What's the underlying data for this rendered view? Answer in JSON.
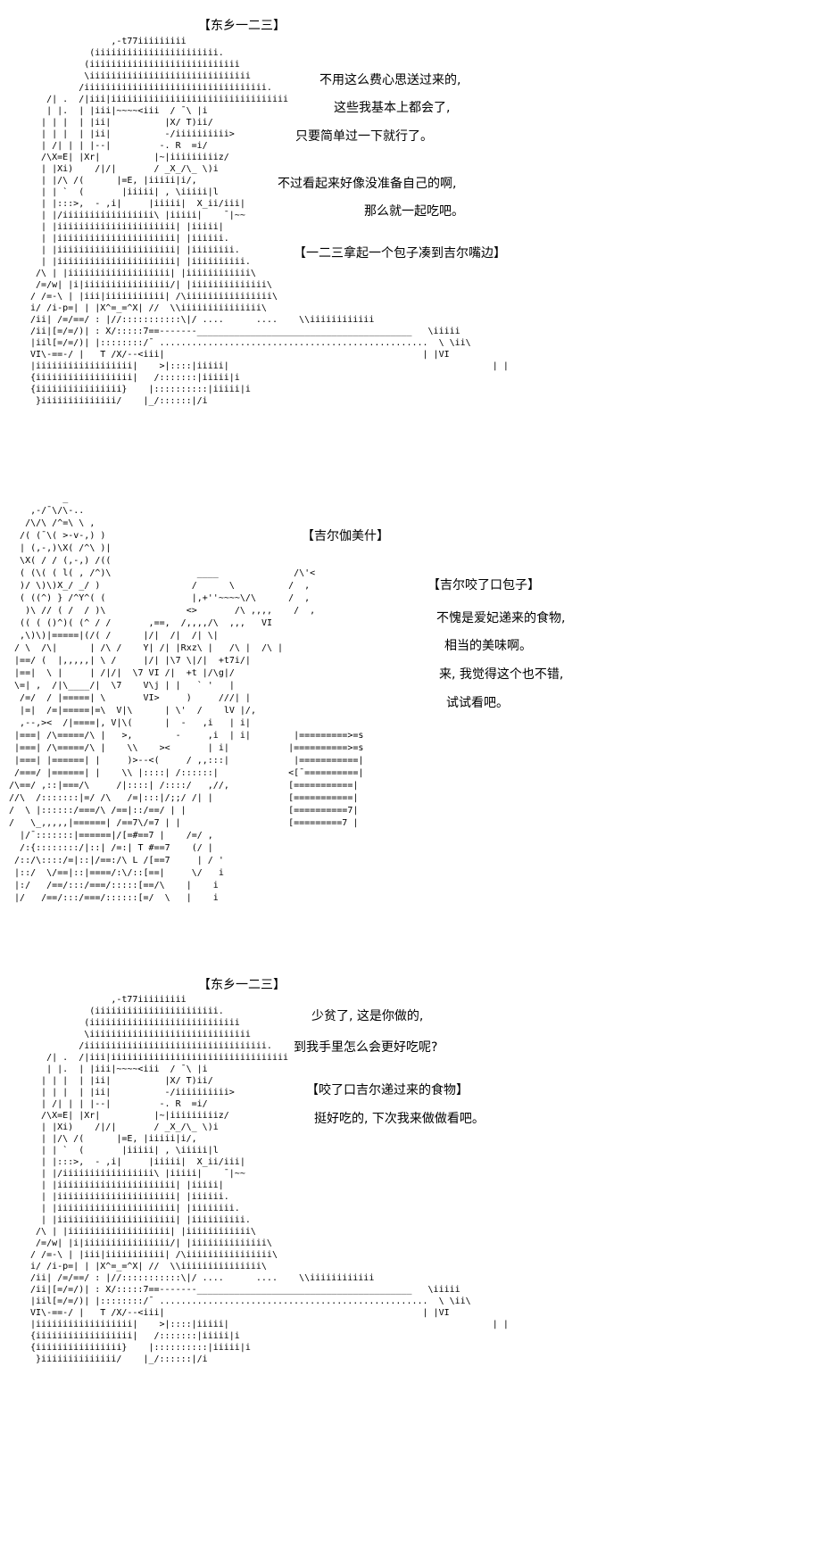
{
  "style": {
    "background_color": "#ffffff",
    "text_color": "#000000"
  },
  "art": {
    "togo_hifumi": [
      "                ,-t77iiiiiiiii",
      "            (iiiiiiiiiiiiiiiiiiiiiii.",
      "           (iiiiiiiiiiiiiiiiiiiiiiiiiiii",
      "           \\iiiiiiiiiiiiiiiiiiiiiiiiiiiiii",
      "          /iiiiiiiiiiiiiiiiiiiiiiiiiiiiiiiiii.",
      "    /| .  /|iii|iiiiiiiiiiiiiiiiiiiiiiiiiiiiiiiii",
      "    | |.  | |iii|~~~~<iii  / ¯\\ |i",
      "   | | |  | |ii|          |X/ T)ii/",
      "   | | |  | |ii|          -/iiiiiiiiii>",
      "   | /| | | |--|         -. R  =i/",
      "   /\\X=E| |Xr|          |~|iiiiiiiiiz/",
      "   | |Xi)    /|/|       / _X_/\\_ \\)i",
      "   | |/\\ /(      |=E, |iiiii|i/,",
      "   | | `  (       |iiiii| , \\iiiii|l",
      "   | |:::>,  - ,i|     |iiiii|  X_ii/iii|",
      "   | |/iiiiiiiiiiiiiiiii\\ |iiiii|    ¯|~~",
      "   | |iiiiiiiiiiiiiiiiiiiiii| |iiiii|",
      "   | |iiiiiiiiiiiiiiiiiiiiii| |iiiiii.",
      "   | |iiiiiiiiiiiiiiiiiiiiii| |iiiiiiii.",
      "   | |iiiiiiiiiiiiiiiiiiiiii| |iiiiiiiiii.",
      "  /\\ | |iiiiiiiiiiiiiiiiiii| |iiiiiiiiiiii\\",
      "  /=/w| |i|iiiiiiiiiiiiiiii/| |iiiiiiiiiiiiii\\",
      " / /=-\\ | |iii|iiiiiiiiiii| /\\iiiiiiiiiiiiiiii\\",
      " i/ /i-p=| | |X^=_=^X| //  \\\\iiiiiiiiiiiiiii\\",
      " /ii| /=/==/ : |//:::::::::::\\|/ ....      ....    \\\\iiiiiiiiiiii",
      " /ii|[=/=/)| : X/:::::7==-------________________________________________   \\iiiii",
      " |iil[=/=/)| |::::::::/¯ ..................................................  \\ \\ii\\",
      " VI\\-==-/ |   T /X/--<iii|                                                | |VI",
      " |iiiiiiiiiiiiiiiiii|    >|::::|iiiii|                                                 | |",
      " {iiiiiiiiiiiiiiiiii|   /:::::::|iiiii|i",
      " {iiiiiiiiiiiiiiii}    |::::::::::|iiiii|i",
      "  }iiiiiiiiiiiiii/    |_/::::::|/i"
    ],
    "gilgamesh_scene": [
      "           _",
      "     ,-/¯\\/\\-..",
      "    /\\/\\ /^=\\ \\ ,",
      "   /( (¯\\( >-v-,) )",
      "   | (,-,)\\X( /^\\ )|",
      "   \\X( / / (,-,) /((",
      "   ( (\\( ( l( , /^)\\                ____              /\\'<",
      "   )/ \\)\\)X_/ _/ )                 /      \\          /  ,",
      "   ( ((^) } /^Y^( (                |,+''~~~~\\/\\      /  ,",
      "    )\\ // ( /  / )\\               <>       /\\ ,,,,    /  ,",
      "   (( ( ()^)( (^ / /       ,==,  /,,,,/\\  ,,,   VI",
      "   ,\\)\\)|=====|(/( /      |/|  /|  /| \\|",
      "  / \\  /\\|      | /\\ /    Y| /| |Rxz\\ |   /\\ |  /\\ |",
      "  |==/ (  |,,,,,| \\ /     |/| |\\7 \\|/|  +t7i/|",
      "  |==|  \\ |     | /|/|  \\7 VI /|  +t |/\\g|/",
      "  \\=| ,  /|\\____/|  \\7    V\\j | |   ` '   |",
      "   /=/  / |=====| \\       VI>     )     ///| |",
      "   |=|  /=|=====|=\\  V|\\      | \\'  /    lV |/,",
      "   ,--,><  /|====|, V|\\(      |  -   ,i   | i|",
      "  |===| /\\=====/\\ |   >,        -     ,i  | i|        |=========>=s",
      "  |===| /\\=====/\\ |    \\\\    ><       | i|           |==========>=s",
      "  |===| |======| |     )>--<(     / ,,:::|            |===========|",
      "  /===/ |======| |    \\\\ |::::| /::::::|             <[¯==========|",
      " /\\==/ ,::|===/\\     /|::::| /::::/   ,//,           [===========|",
      " //\\  /:::::::|=/ /\\   /=|:::|/;;/ /| |              [===========|",
      " /  \\ |::::::/===/\\ /==|::/==/ | |                   [==========7|",
      " /   \\_,,,,,|======| /==7\\/=7 | |                    [=========7 |",
      "   |/¯:::::::|======|/[=#==7 |    /=/ ,",
      "   /:{::::::::/|::| /=:| T #==7    (/ |",
      "  /::/\\::::/=|::|/==:/\\ L /[==7     | / '",
      "  |::/  \\/==|::|====/:\\/::[==|     \\/   i",
      "  |:/   /==/:::/===/:::::[==/\\    |    i",
      "  |/   /==/:::/===/::::::[=/  \\   |    i"
    ]
  },
  "panels": [
    {
      "name_tag": "【东乡一二三】",
      "dialogue": [
        "不用这么费心思送过来的,",
        "这些我基本上都会了,",
        "只要简单过一下就行了。",
        "不过看起来好像没准备自己的啊,",
        "那么就一起吃吧。",
        "【一二三拿起一个包子凑到吉尔嘴边】"
      ]
    },
    {
      "name_tag": "【吉尔伽美什】",
      "dialogue": [
        "【吉尔咬了口包子】",
        "不愧是爱妃递来的食物,",
        "相当的美味啊。",
        "来, 我觉得这个也不错,",
        "试试看吧。"
      ]
    },
    {
      "name_tag": "【东乡一二三】",
      "dialogue": [
        "少贫了, 这是你做的,",
        "到我手里怎么会更好吃呢?",
        "【咬了口吉尔递过来的食物】",
        "挺好吃的, 下次我来做做看吧。"
      ]
    }
  ]
}
